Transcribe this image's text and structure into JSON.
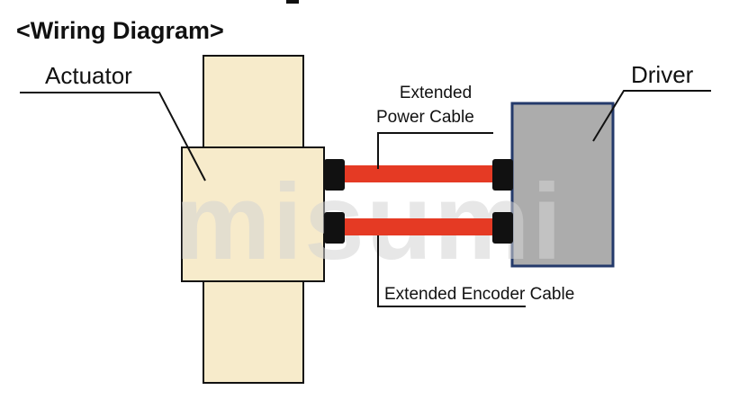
{
  "title": "<Wiring Diagram>",
  "labels": {
    "actuator": "Actuator",
    "driver": "Driver",
    "power_cable_line1": "Extended",
    "power_cable_line2": "Power Cable",
    "encoder_cable": "Extended Encoder Cable"
  },
  "watermark": "misumi",
  "colors": {
    "actuator_fill": "#f7ebcb",
    "actuator_stroke": "#111111",
    "driver_fill": "#acacac",
    "driver_stroke": "#243a6b",
    "cable": "#e53a24",
    "connector": "#111111",
    "leader_line": "#111111"
  }
}
